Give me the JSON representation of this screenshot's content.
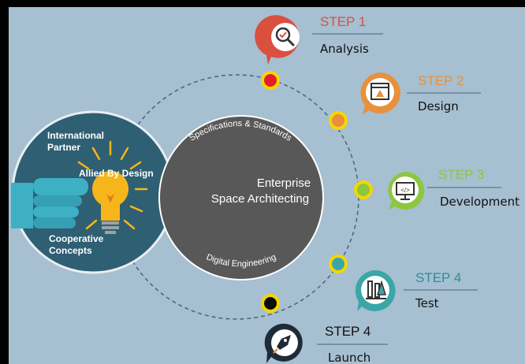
{
  "hub": {
    "line1": "Enterprise",
    "line2": "Space Architecting",
    "arc_top": "Specifications & Standards",
    "arc_bottom": "Digital Engineering"
  },
  "logo": {
    "line1": "International",
    "line2": "Partner",
    "middle": "Allied By Design",
    "bottom1": "Cooperative",
    "bottom2": "Concepts"
  },
  "steps": [
    {
      "label": "STEP 1",
      "name": "Analysis",
      "color": "#d9503f",
      "icon": "magnifier-check-icon"
    },
    {
      "label": "STEP 2",
      "name": "Design",
      "color": "#e8903b",
      "icon": "design-tools-icon"
    },
    {
      "label": "STEP 3",
      "name": "Development",
      "color": "#8dc63f",
      "icon": "code-monitor-icon"
    },
    {
      "label": "STEP 4",
      "name": "Test",
      "color": "#3aa6a8",
      "icon": "lab-test-icon"
    },
    {
      "label": "STEP 4",
      "name": "Launch",
      "color": "#1e2a38",
      "icon": "rocket-icon"
    }
  ],
  "colors": {
    "background": "#a6bfd1",
    "hub": "#585858",
    "logo_circle": "#2f5f73",
    "bulb": "#f6b619",
    "hand": "#3db0c4"
  }
}
